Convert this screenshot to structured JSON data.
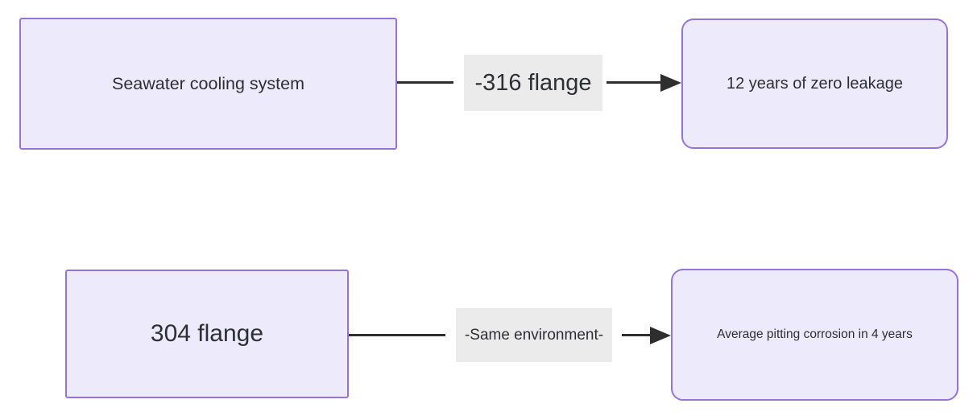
{
  "diagram": {
    "type": "flowchart",
    "direction": "left-to-right",
    "colors": {
      "background": "#ffffff",
      "node_fill": "#eceafb",
      "node_border": "#9673db",
      "edge_line": "#2e2e2e",
      "edge_label_bg": "#ebebeb",
      "text": "#2e2f33"
    },
    "rows": [
      {
        "source": {
          "label": "Seawater cooling system",
          "shape": "rect"
        },
        "edge": {
          "label": "-316 flange"
        },
        "target": {
          "label": "12 years of zero leakage",
          "shape": "rounded"
        }
      },
      {
        "source": {
          "label": "304 flange",
          "shape": "rect"
        },
        "edge": {
          "label": "-Same environment-"
        },
        "target": {
          "label": "Average pitting corrosion in 4 years",
          "shape": "rounded"
        }
      }
    ]
  }
}
